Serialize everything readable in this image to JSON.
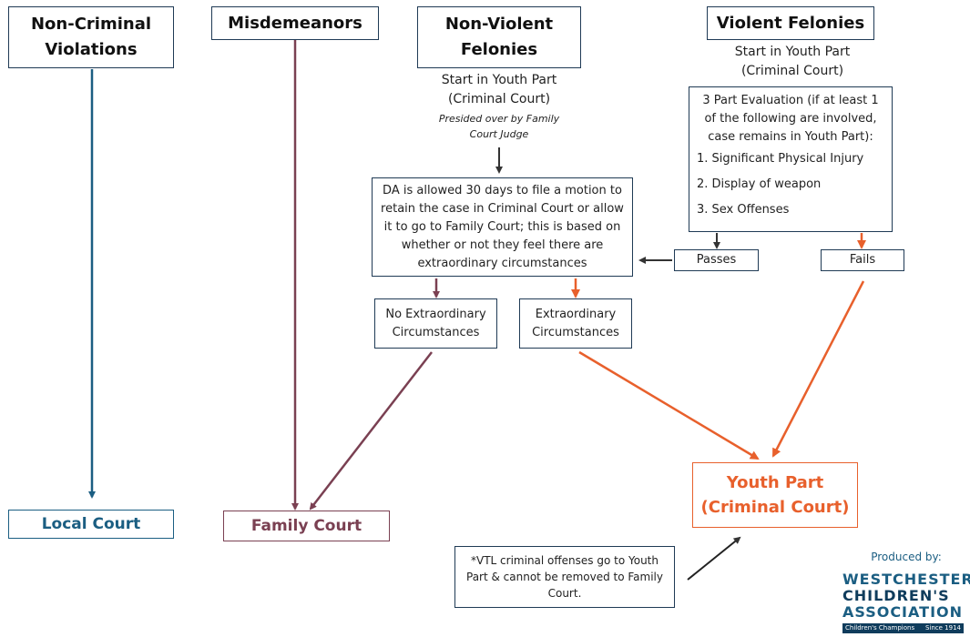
{
  "headers": {
    "non_criminal": "Non-Criminal\nViolations",
    "misdemeanors": "Misdemeanors",
    "non_violent": "Non-Violent\nFelonies",
    "violent": "Violent Felonies"
  },
  "non_violent_sub": {
    "start": "Start in Youth Part\n(Criminal Court)",
    "presided": "Presided over by Family\nCourt Judge"
  },
  "violent_sub": {
    "start": "Start in Youth Part\n(Criminal Court)"
  },
  "evaluation": {
    "intro": "3 Part Evaluation (if at least 1 of the following are involved, case remains in Youth Part):",
    "items": [
      "1.  Significant Physical Injury",
      "2.  Display of weapon",
      "3.  Sex Offenses"
    ]
  },
  "da_box": "DA is allowed 30 days to file a motion to retain the case in Criminal Court or allow it to go to Family Court; this is based on whether or not they feel there are extraordinary circumstances",
  "passes": "Passes",
  "fails": "Fails",
  "no_extraordinary": "No Extraordinary\nCircumstances",
  "extraordinary": "Extraordinary\nCircumstances",
  "local_court": "Local Court",
  "family_court": "Family Court",
  "youth_part": "Youth Part\n(Criminal Court)",
  "vtl_note": "*VTL criminal offenses go to Youth Part & cannot be removed to Family Court.",
  "produced_by": "Produced by:",
  "logo": {
    "line1": "WESTCHESTER",
    "line2": "CHILDREN'S",
    "line3": "ASSOCIATION",
    "tag_left": "Children's Champions",
    "tag_right": "Since 1914"
  },
  "colors": {
    "blue": "#1b5e82",
    "maroon": "#7a4052",
    "orange": "#e8602c",
    "dark": "#333333",
    "navy_border": "#1f3a55"
  }
}
